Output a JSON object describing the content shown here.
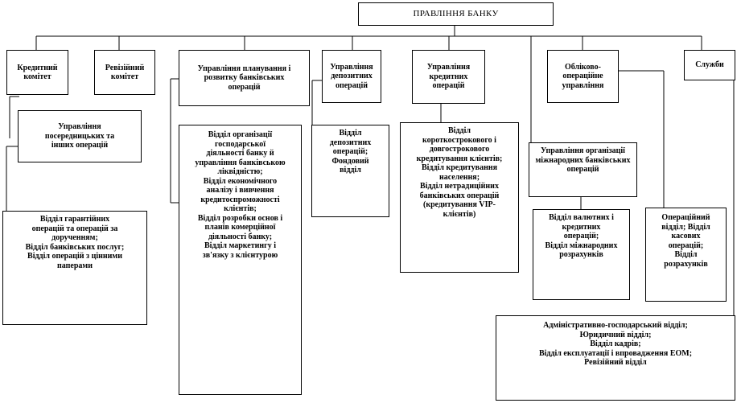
{
  "board": "ПРАВЛІННЯ БАНКУ",
  "units": {
    "credit_committee": "Кредитний\nкомітет",
    "rates_committee": "Ревізійний\nкомітет",
    "planning_dept": "Управління планування і\nрозвитку банківських\nоперацій",
    "deposit_dept": "Управління\nдепозитних\nоперацій",
    "credit_dept": "Управління\nкредитних\nоперацій",
    "accounting_dept": "Обліково-\nопераційне\nуправління",
    "services": "Служби",
    "intermediary_dept": "Управління\nпосередницьких та\nінших операцій",
    "intermediary_sections": "Відділ гарантійних\nоперацій та операцій за\nдорученням;\nВідділ банківських послуг;\nВідділ операцій з цінними\nпаперами",
    "planning_sections": "Відділ організації\nгосподарської\nдіяльності банку й\nуправління банківською\nліквідністю;\nВідділ економічного\nаналізу і вивчення\nкредитоспроможності\nклієнтів;\nВідділ розробки основ і\nпланів комерційної\nдіяльності банку;\nВідділ маркетингу і\nзв'язку з клієнтурою",
    "deposit_sections": "Відділ\nдепозитних\nоперацій;\nФондовий\nвідділ",
    "credit_sections": "Відділ\nкороткострокового і\nдовгострокового\nкредитування клієнтів;\nВідділ кредитування\nнаселення;\nВідділ нетрадиційних\nбанківських операцій\n(кредитування VIP-\nклієнтів)",
    "international_dept": "Управління організації\nміжнародних банківських\nоперацій",
    "international_sections": "Відділ валютних і\nкредитних\nоперацій;\nВідділ міжнародних\nрозрахунків",
    "operations_sections": "Операційний\nвідділ; Відділ\nкасових\nоперацій;\nВідділ\nрозрахунків",
    "service_sections": "Адміністративно-господарський відділ;\nЮридичний відділ;\nВідділ кадрів;\nВідділ експлуатації і впровадження ЕОМ;\nРевізійний відділ"
  }
}
